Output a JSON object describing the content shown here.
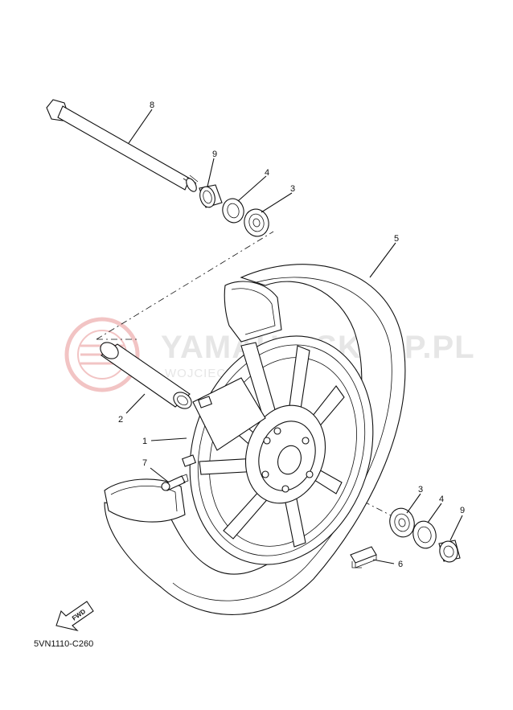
{
  "watermark": {
    "brand": "YAMAHA-SKLEP.PL",
    "tagline": "WOJCIECHOWSKI · DEALER YAMAHA"
  },
  "diagram_code": "5VN1110-C260",
  "fwd_label": "FWD",
  "callouts": {
    "axle": "8",
    "collar_top": "9",
    "seal_top": "4",
    "bearing_top": "3",
    "tire": "5",
    "spacer": "2",
    "wheel": "1",
    "valve": "7",
    "bearing_right": "3",
    "seal_right": "4",
    "collar_right": "9",
    "balance_weight": "6"
  },
  "colors": {
    "line": "#111111",
    "watermark_red": "#f2c4c4",
    "watermark_gray": "#e6e6e6"
  }
}
